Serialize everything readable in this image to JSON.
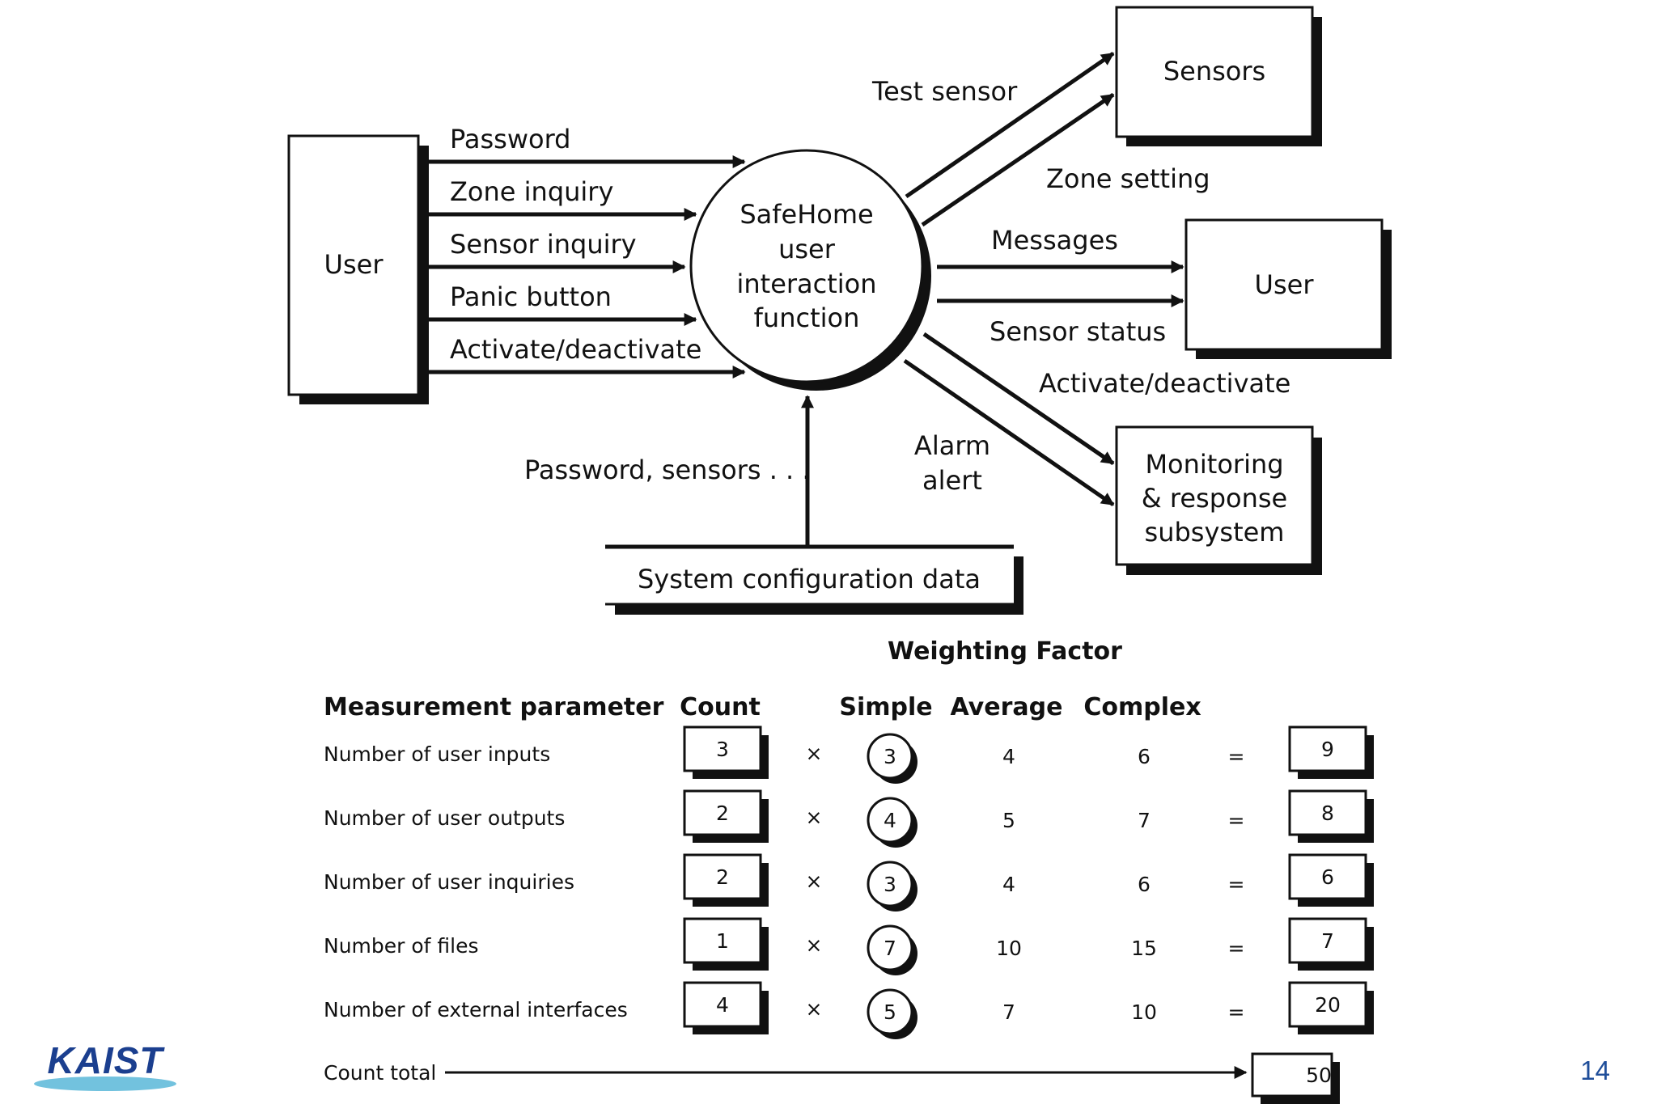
{
  "diagram": {
    "external_user_left": "User",
    "process": [
      "SafeHome",
      "user",
      "interaction",
      "function"
    ],
    "sensors": "Sensors",
    "external_user_right": "User",
    "monitoring": [
      "Monitoring",
      "& response",
      "subsystem"
    ],
    "data_store": "System configuration data",
    "inputs": [
      "Password",
      "Zone inquiry",
      "Sensor inquiry",
      "Panic button",
      "Activate/deactivate"
    ],
    "test_sensor": "Test sensor",
    "zone_setting": "Zone setting",
    "messages": "Messages",
    "sensor_status": "Sensor status",
    "activate_deactivate_out": "Activate/deactivate",
    "alarm_alert": [
      "Alarm",
      "alert"
    ],
    "store_flow": "Password, sensors . . ."
  },
  "table": {
    "weighting_factor": "Weighting Factor",
    "headers": {
      "parameter": "Measurement parameter",
      "count": "Count",
      "simple": "Simple",
      "average": "Average",
      "complex": "Complex"
    },
    "multiply_symbol": "×",
    "equals_symbol": "=",
    "rows": [
      {
        "label": "Number of user inputs",
        "count": "3",
        "simple": "3",
        "average": "4",
        "complex": "6",
        "result": "9"
      },
      {
        "label": "Number of user outputs",
        "count": "2",
        "simple": "4",
        "average": "5",
        "complex": "7",
        "result": "8"
      },
      {
        "label": "Number of user inquiries",
        "count": "2",
        "simple": "3",
        "average": "4",
        "complex": "6",
        "result": "6"
      },
      {
        "label": "Number of files",
        "count": "1",
        "simple": "7",
        "average": "10",
        "complex": "15",
        "result": "7"
      },
      {
        "label": "Number of external interfaces",
        "count": "4",
        "simple": "5",
        "average": "7",
        "complex": "10",
        "result": "20"
      }
    ],
    "count_total_label": "Count total",
    "count_total_value": "50"
  },
  "logo_text": "KAIST",
  "page_number": "14"
}
